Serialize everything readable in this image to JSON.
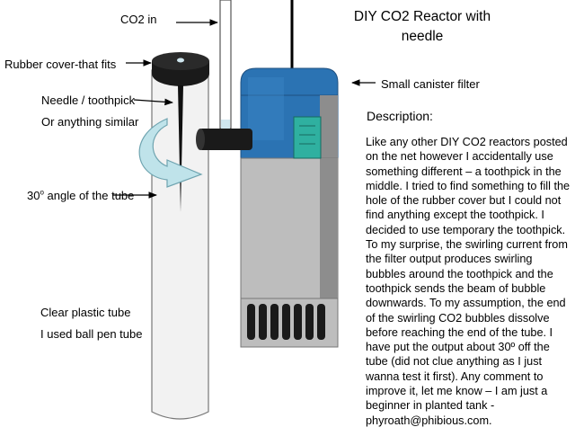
{
  "title": "DIY CO2 Reactor with needle",
  "labels": {
    "co2_in": "CO2 in",
    "rubber_cover": "Rubber cover-that fits",
    "needle_line1": "Needle / toothpick",
    "needle_line2": "Or anything similar",
    "angle_value": "30",
    "angle_unit": "o",
    "angle_text": " angle of the tube",
    "tube_line1": "Clear plastic tube",
    "tube_line2": "I used ball pen tube",
    "filter": "Small canister filter"
  },
  "description": {
    "heading": "Description:",
    "body": "Like any other DIY CO2 reactors posted on the net however I accidentally use something different – a toothpick in the middle. I tried to find something to fill the hole of the rubber cover but I could not find anything except the toothpick. I decided to use temporary the toothpick. To my surprise, the swirling current from the filter output produces swirling bubbles around the toothpick and the toothpick sends the beam of bubble downwards. To my assumption, the end of the swirling CO2 bubbles dissolve before reaching the end of the tube. I have put the output about 30º off the tube (did not clue anything as I just wanna test it first). Any comment to improve it, let me know – I am just a beginner in planted tank - phyroath@phibious.com."
  },
  "colors": {
    "filter_blue": "#2b73b3",
    "filter_gray": "#8d8d8d",
    "window_teal": "#2fb0a0",
    "arrow_cyan": "#bfe3ea",
    "tube_fill": "#f2f2f2"
  },
  "icons": [
    "curved-flow-arrow-icon",
    "pointer-arrow-icon"
  ]
}
